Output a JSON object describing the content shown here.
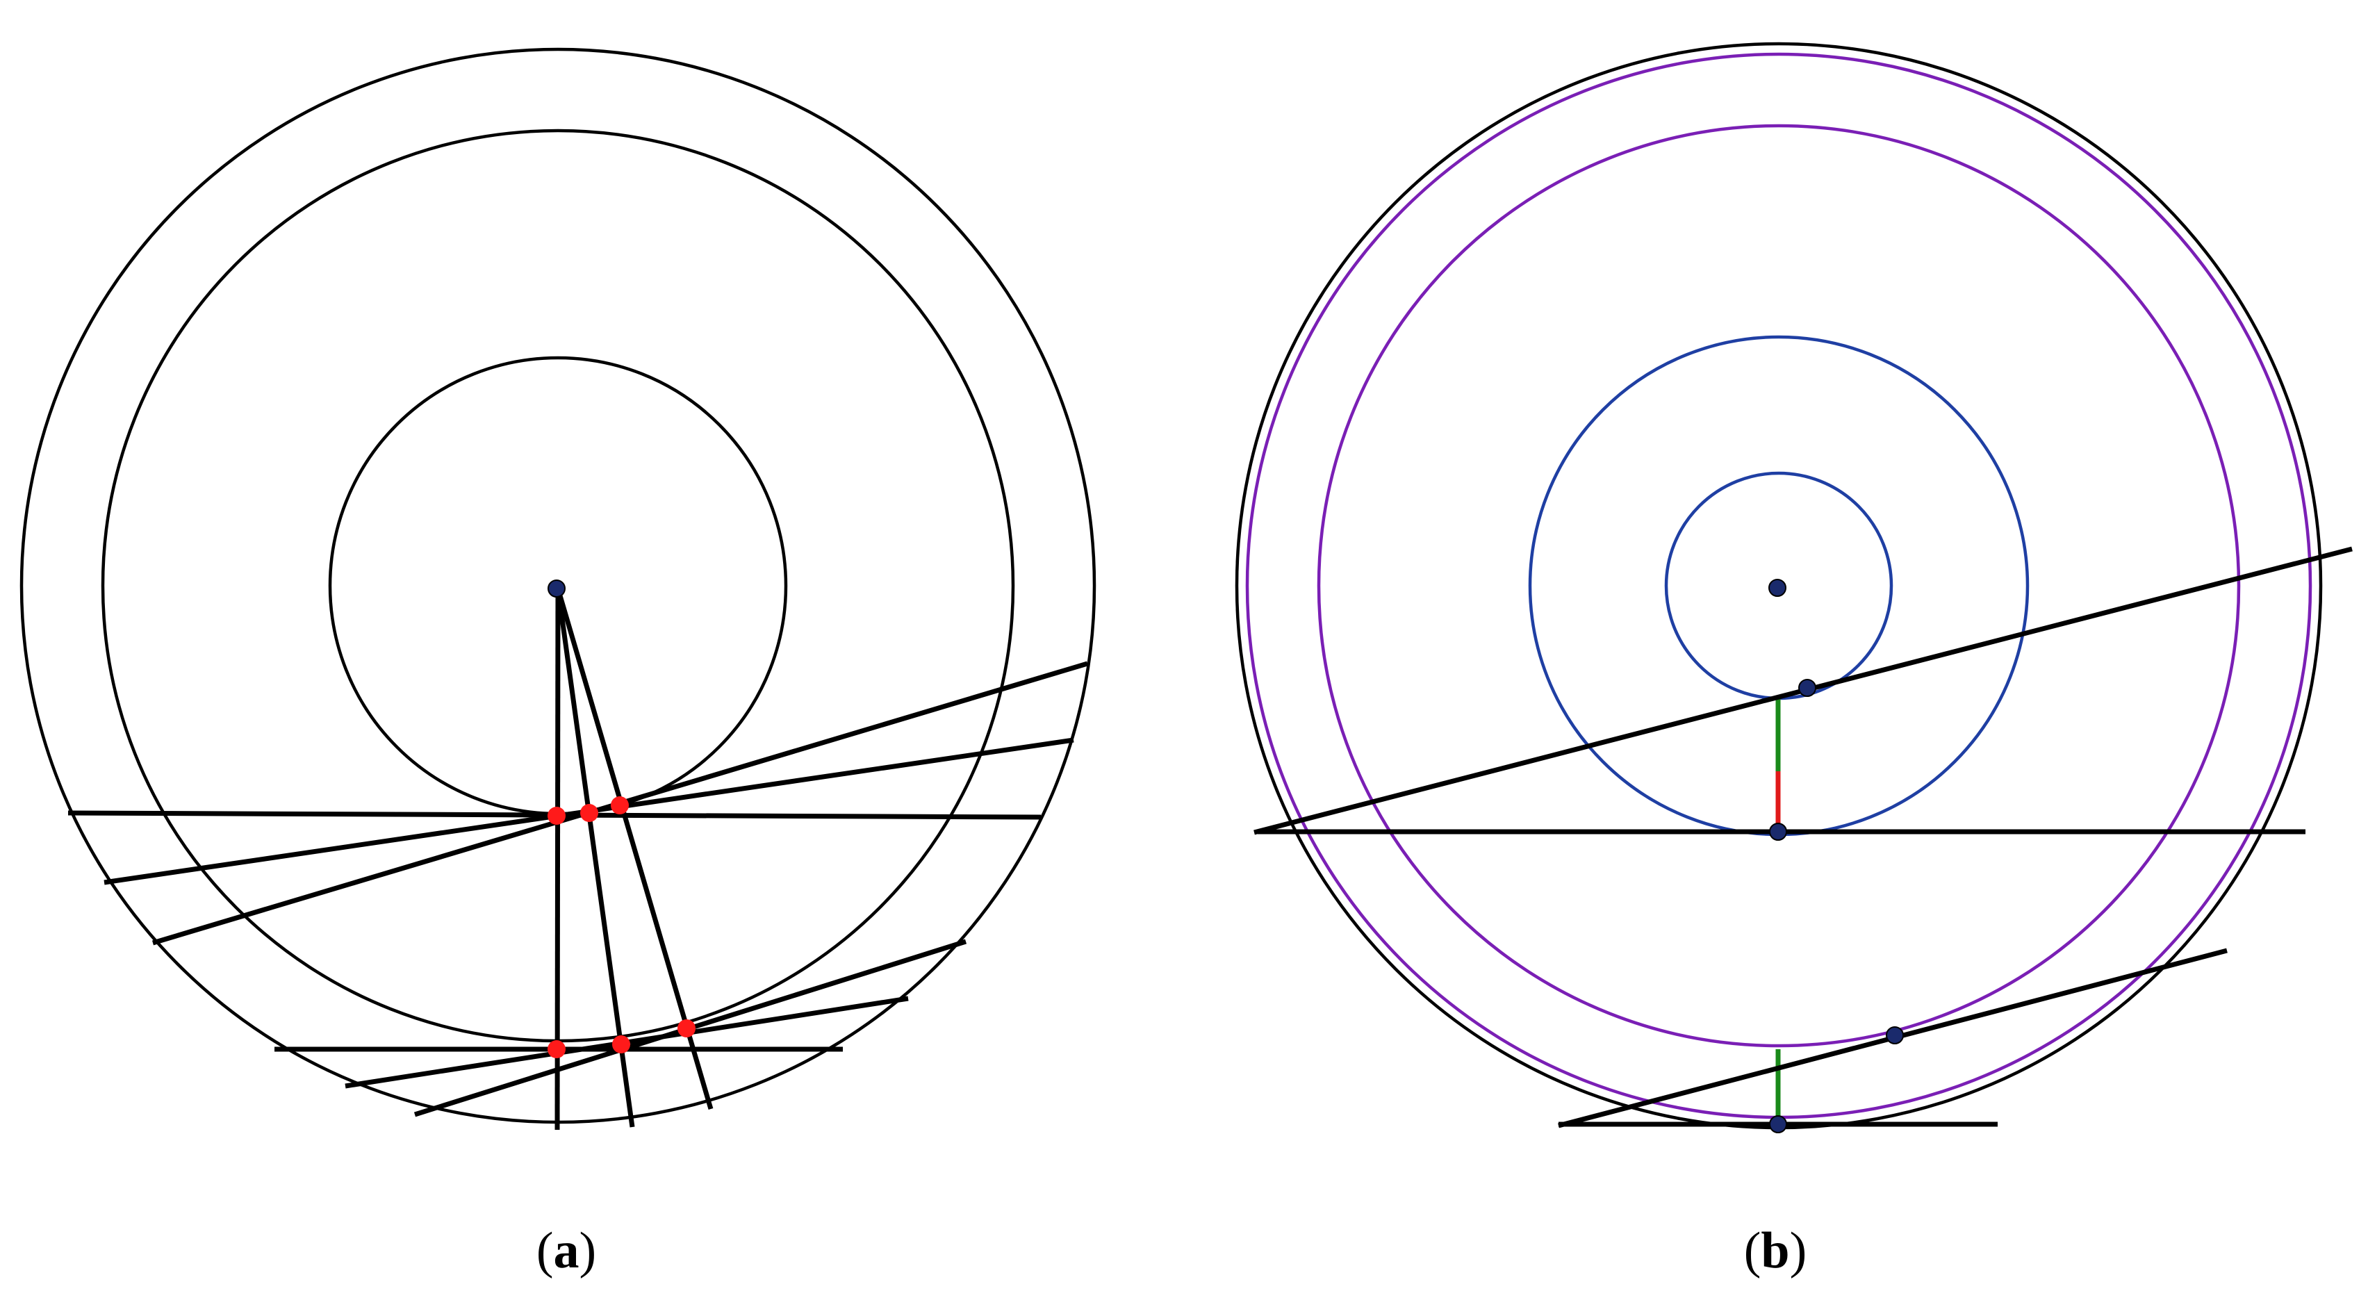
{
  "panels": [
    {
      "id": "a",
      "caption_open": "(",
      "caption_label": "a",
      "caption_close": ")"
    },
    {
      "id": "b",
      "caption_open": "(",
      "caption_label": "b",
      "caption_close": ")"
    }
  ],
  "colors": {
    "stroke": "#000000",
    "point": "#1a2a6c",
    "intersection_point": "#ff1a1a",
    "inner_circles_b": "#1f3fa3",
    "middle_circles_b": "#7a1fb5",
    "segment_green": "#1a8a1a",
    "segment_red": "#e01a1a"
  }
}
